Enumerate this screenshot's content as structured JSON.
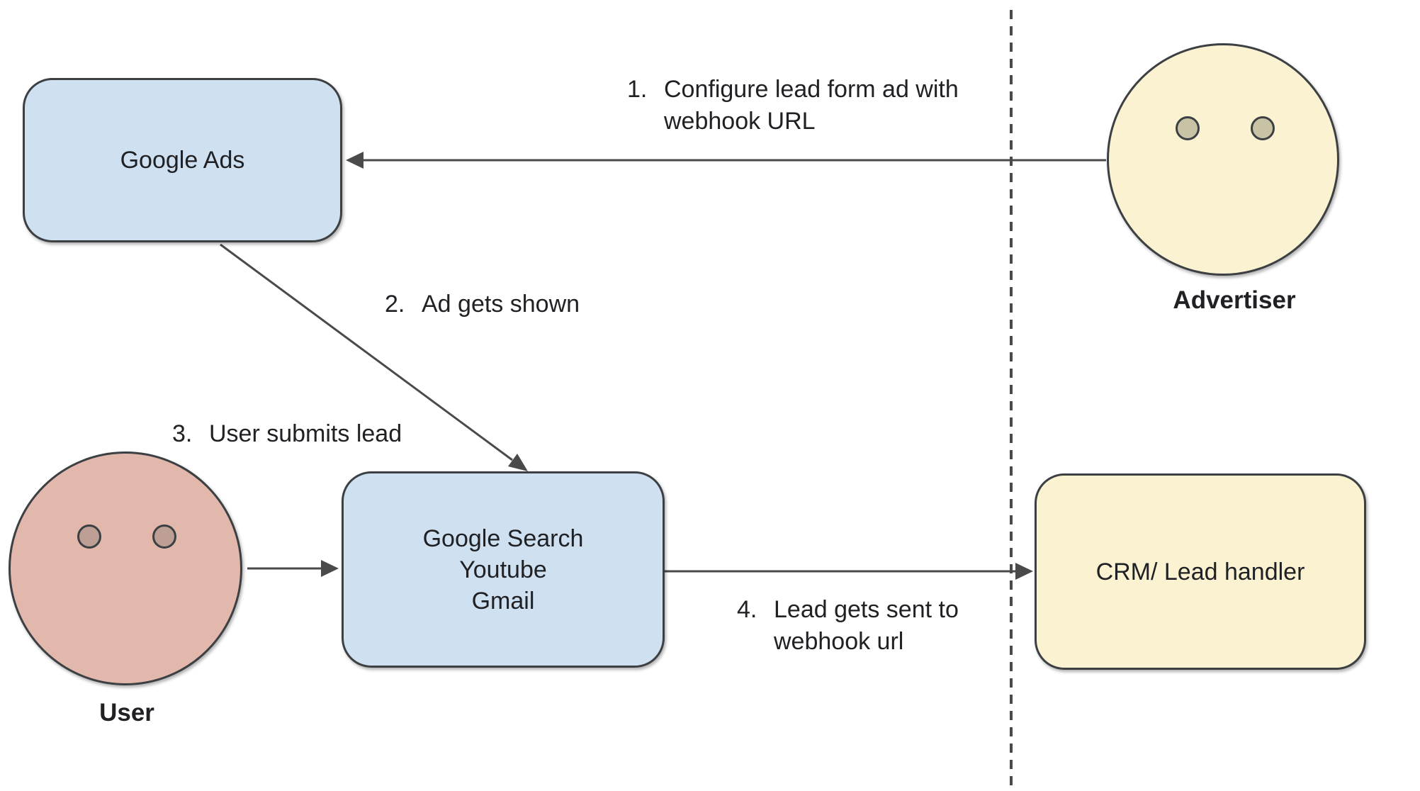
{
  "diagram": {
    "nodes": {
      "google_ads": {
        "label": "Google Ads"
      },
      "google_surfaces": {
        "line1": "Google Search",
        "line2": "Youtube",
        "line3": "Gmail"
      },
      "crm": {
        "label": "CRM/ Lead handler"
      }
    },
    "actors": {
      "advertiser": {
        "label": "Advertiser",
        "icon": "smiley-face"
      },
      "user": {
        "label": "User",
        "icon": "smiley-face"
      }
    },
    "steps": {
      "step1": {
        "num": "1.",
        "line1": "Configure lead form ad with",
        "line2": "webhook URL"
      },
      "step2": {
        "num": "2.",
        "line1": "Ad gets shown"
      },
      "step3": {
        "num": "3.",
        "line1": "User submits lead"
      },
      "step4": {
        "num": "4.",
        "line1": "Lead gets sent to",
        "line2": "webhook url"
      }
    },
    "colors": {
      "box_blue": "#cfe1f1",
      "box_yellow": "#fbf2d2",
      "face_pink": "#e2b8ad",
      "eye_pink": "#bd9f96",
      "eye_tan": "#c9c3a6",
      "stroke": "#3c4043",
      "arrow": "#4a4a4a",
      "text": "#202124"
    }
  }
}
